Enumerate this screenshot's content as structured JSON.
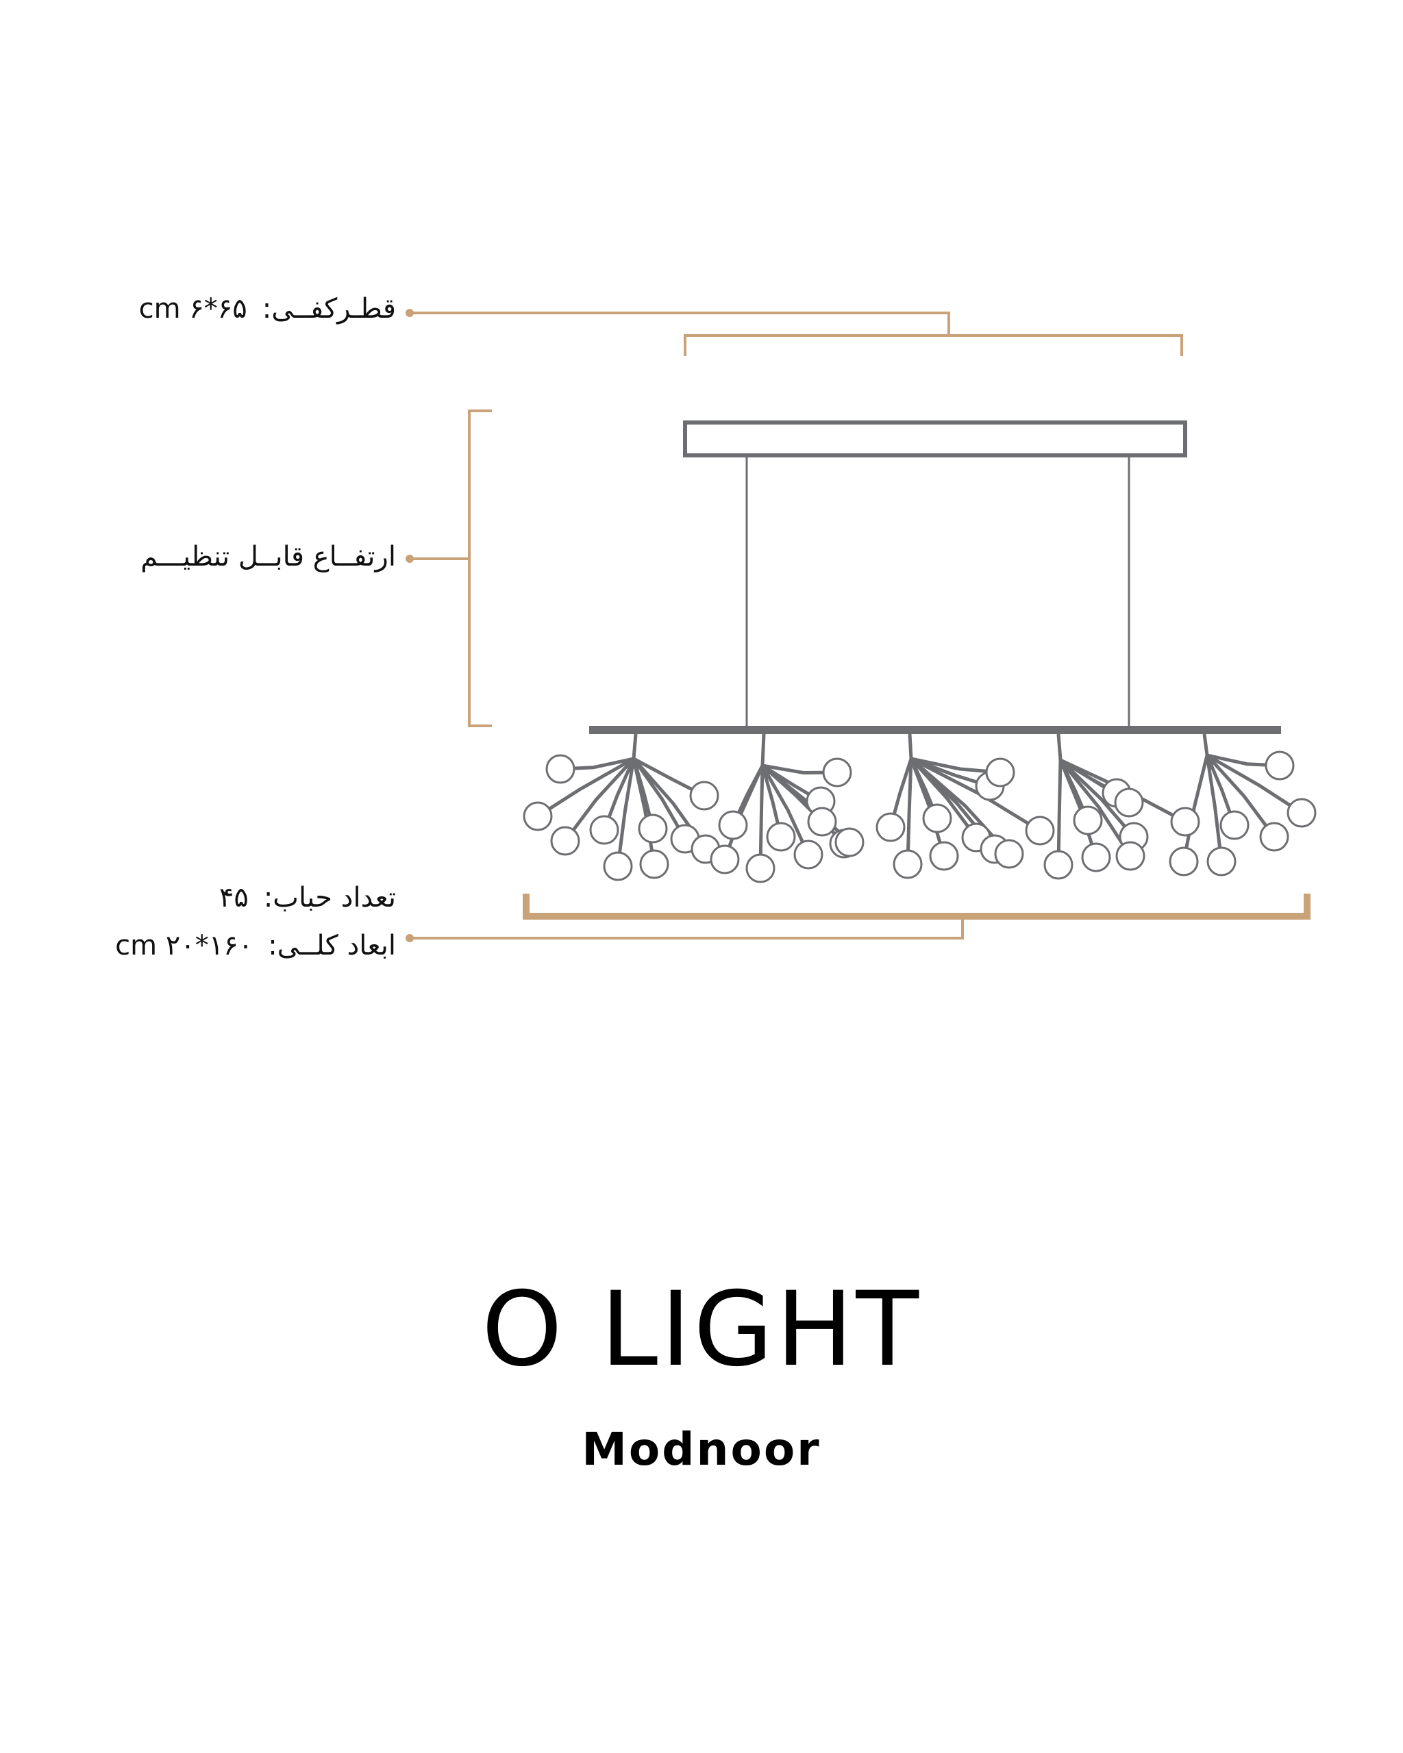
{
  "colors": {
    "accent": "#c9a27a",
    "fixture": "#6d6e71",
    "text": "#111111"
  },
  "labels": {
    "ceiling_diameter": {
      "label": "قطـرکفــی:",
      "value": "۶۵*۶ cm"
    },
    "adjustable_height": {
      "label": "ارتفــاع قابــل تنظیـــم"
    },
    "bulb_count": {
      "label": "تعداد حباب:",
      "value": "۴۵"
    },
    "overall_dimensions": {
      "label": "ابعاد کلــی:",
      "value": "۱۶۰*۲۰ cm"
    }
  },
  "product": {
    "title": "O LIGHT",
    "brand": "Modnoor"
  }
}
